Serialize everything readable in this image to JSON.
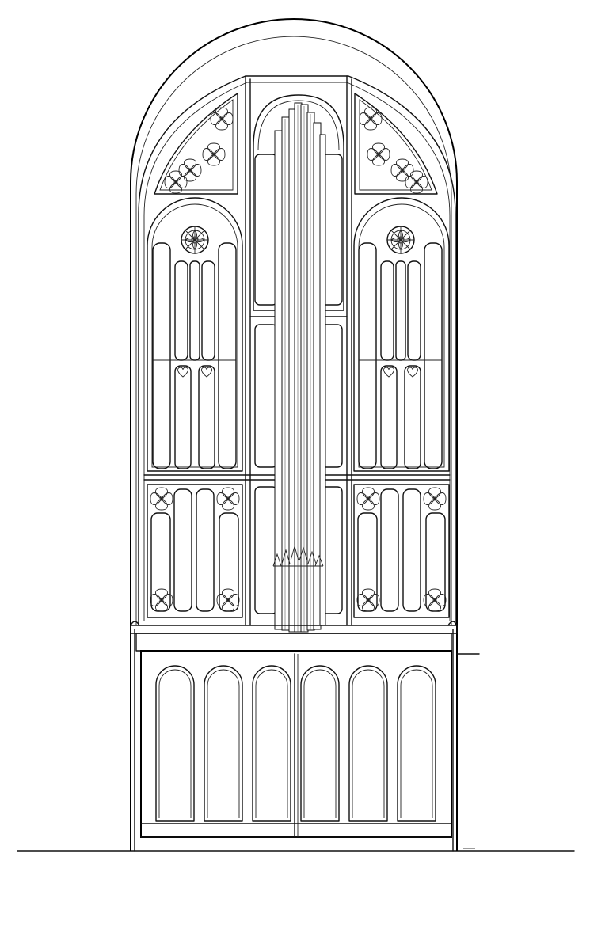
{
  "drawing": {
    "subject": "organ-case-elevation",
    "ink_color": "#111111",
    "paper_color": "#ffffff",
    "pipe_count": 8,
    "base_arch_panels": 6,
    "icons": {
      "rosette": "rosette-icon",
      "leaf_ornament": "quatrefoil-leaf-icon",
      "heart": "heart-icon"
    }
  }
}
